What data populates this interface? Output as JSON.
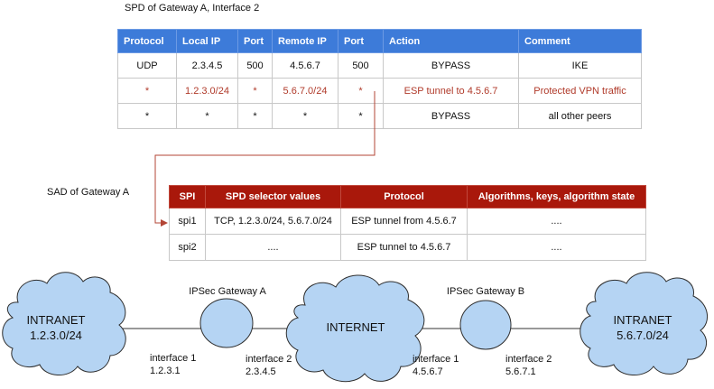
{
  "spd": {
    "caption": "SPD of Gateway A, Interface 2",
    "headers": [
      "Protocol",
      "Local IP",
      "Port",
      "Remote IP",
      "Port",
      "Action",
      "Comment"
    ],
    "rows": [
      [
        "UDP",
        "2.3.4.5",
        "500",
        "4.5.6.7",
        "500",
        "BYPASS",
        "IKE"
      ],
      [
        "*",
        "1.2.3.0/24",
        "*",
        "5.6.7.0/24",
        "*",
        "ESP tunnel to 4.5.6.7",
        "Protected VPN traffic"
      ],
      [
        "*",
        "*",
        "*",
        "*",
        "*",
        "BYPASS",
        "all other peers"
      ]
    ]
  },
  "sad": {
    "caption": "SAD of Gateway A",
    "headers": [
      "SPI",
      "SPD selector values",
      "Protocol",
      "Algorithms, keys, algorithm state"
    ],
    "rows": [
      [
        "spi1",
        "TCP, 1.2.3.0/24, 5.6.7.0/24",
        "ESP tunnel from 4.5.6.7",
        "...."
      ],
      [
        "spi2",
        "....",
        "ESP tunnel to 4.5.6.7",
        "...."
      ]
    ]
  },
  "network": {
    "intranet_left": {
      "line1": "INTRANET",
      "line2": "1.2.3.0/24"
    },
    "internet": {
      "label": "INTERNET"
    },
    "intranet_right": {
      "line1": "INTRANET",
      "line2": "5.6.7.0/24"
    },
    "gateway_a": {
      "label": "IPSec Gateway A"
    },
    "gateway_b": {
      "label": "IPSec Gateway B"
    },
    "interfaces": [
      {
        "name": "interface 1",
        "ip": "1.2.3.1"
      },
      {
        "name": "interface 2",
        "ip": "2.3.4.5"
      },
      {
        "name": "interface 1",
        "ip": "4.5.6.7"
      },
      {
        "name": "interface 2",
        "ip": "5.6.7.1"
      }
    ]
  },
  "colors": {
    "spd_header": "#3d7bd9",
    "sad_header": "#a9180b",
    "highlight_text": "#b03a2a",
    "link_arrow": "#b34536",
    "node_fill": "#b5d4f3",
    "node_stroke": "#2e2e2e"
  }
}
